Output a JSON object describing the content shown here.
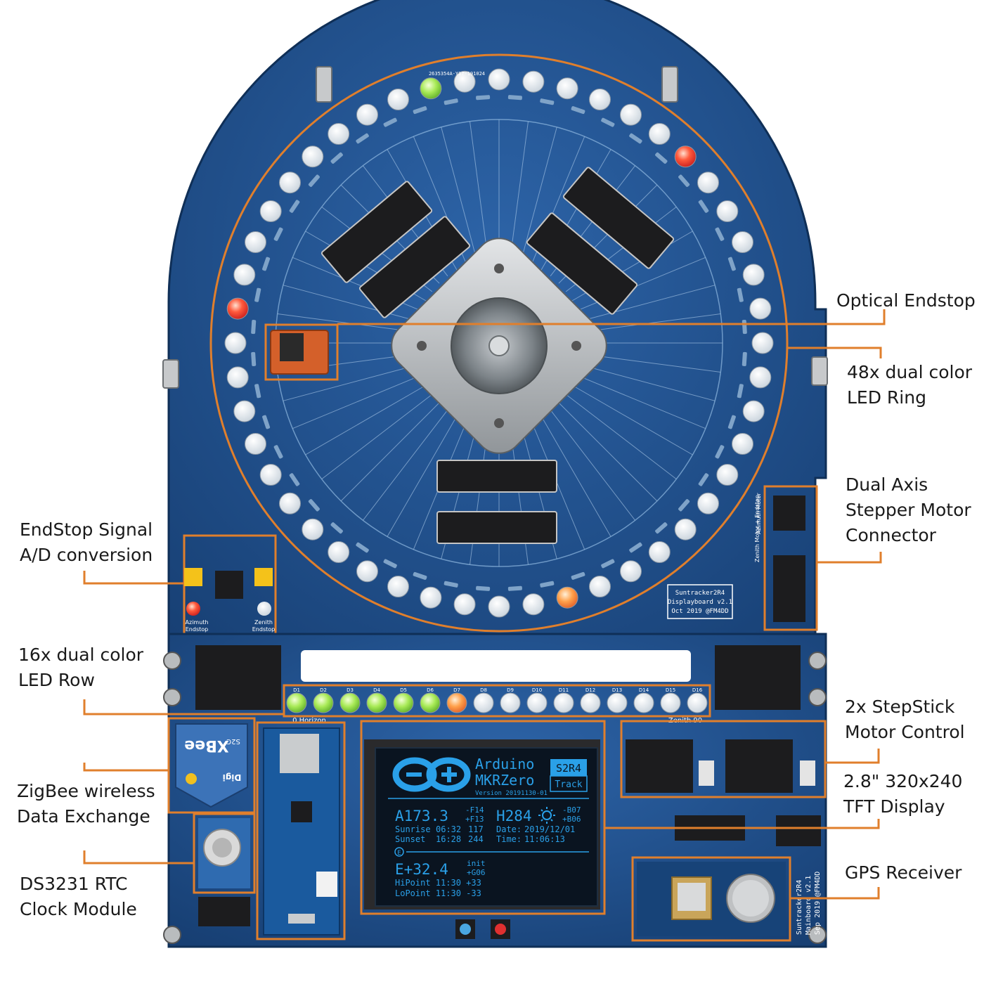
{
  "colors": {
    "pcb": "#1d4f8c",
    "pcb_dark": "#123a6b",
    "callout_line": "#e07f2c",
    "tft_bg": "#0a1420",
    "tft_text": "#2aa0e8",
    "led_off": "#e9eef2",
    "led_red": "#ff3b30",
    "led_green": "#9be24a",
    "led_orange": "#ff9a3c"
  },
  "callouts": {
    "optical_endstop": [
      "Optical Endstop"
    ],
    "led_ring": [
      "48x dual color",
      "LED Ring"
    ],
    "stepper_connector": [
      "Dual Axis",
      "Stepper Motor",
      "Connector"
    ],
    "endstop_ad": [
      "EndStop Signal",
      "A/D conversion"
    ],
    "led_row": [
      "16x dual color",
      "LED Row"
    ],
    "stepstick": [
      "2x StepStick",
      "Motor Control"
    ],
    "tft": [
      "2.8\" 320x240",
      "TFT Display"
    ],
    "zigbee": [
      "ZigBee wireless",
      "Data Exchange"
    ],
    "rtc": [
      "DS3231 RTC",
      "Clock Module"
    ],
    "gps": [
      "GPS Receiver"
    ]
  },
  "board": {
    "silk_title": [
      "Suntracker2R4",
      "Displayboard v2.1",
      "Oct 2019 @FM4DD"
    ],
    "main_silk": [
      "Suntracker2R4",
      "Mainboard v2.1",
      "Sep 2019 @FM4DD"
    ],
    "top_code": "2635354A-Y17-191024",
    "horizon_label": "0 Horizon",
    "zenith_label": "Zenith 90",
    "azimuth_endstop": [
      "Azimuth",
      "Endstop"
    ],
    "zenith_endstop": [
      "Zenith",
      "Endstop"
    ],
    "azimuth_motor": "Azimuth Motor",
    "zenith_motor": "Zenith Motor + Endstop",
    "xbee_brand": "XBee",
    "xbee_sub": "S2C",
    "digi": "Digi",
    "ring_led_states": [
      "off",
      "off",
      "off",
      "off",
      "off",
      "off",
      "off",
      "off",
      "off",
      "off",
      "off",
      "red",
      "off",
      "off",
      "off",
      "off",
      "off",
      "off",
      "off",
      "off",
      "green",
      "off",
      "off",
      "off",
      "off",
      "off",
      "off",
      "off",
      "red",
      "off",
      "off",
      "off",
      "off",
      "off",
      "off",
      "off",
      "off",
      "off",
      "off",
      "off",
      "off",
      "off",
      "off",
      "off",
      "orange",
      "off",
      "off",
      "off"
    ],
    "row_led_labels": [
      "D1",
      "D2",
      "D3",
      "D4",
      "D5",
      "D6",
      "D7",
      "D8",
      "D9",
      "D10",
      "D11",
      "D12",
      "D13",
      "D14",
      "D15",
      "D16"
    ],
    "row_led_states": [
      "green",
      "green",
      "green",
      "green",
      "green",
      "green",
      "orange",
      "off",
      "off",
      "off",
      "off",
      "off",
      "off",
      "off",
      "off",
      "off"
    ]
  },
  "tft": {
    "brand1": "Arduino",
    "brand2": "MKRZero",
    "badge": "S2R4",
    "badge_sub": "Track",
    "version": "Version 20191130-01",
    "azimuth": "A173.3",
    "az_delta1": "-F14",
    "az_delta2": "+F13",
    "horizon_h": "H284",
    "h_delta1": "-B07",
    "h_delta2": "+B06",
    "row1_label": "Sunrise",
    "row1_time": "06:32",
    "row1_val": "117",
    "row1_key": "Date:",
    "row1_date": "2019/12/01",
    "row2_label": "Sunset",
    "row2_time": "16:28",
    "row2_val": "244",
    "row2_key": "Time:",
    "row2_clock": "11:06:13",
    "elev_marker": "E",
    "elevation": "E+32.4",
    "elev_init": "init",
    "elev_delta": "+G06",
    "hipoint": "HiPoint 11:30 +33",
    "lopoint": "LoPoint 11:30 -33"
  }
}
